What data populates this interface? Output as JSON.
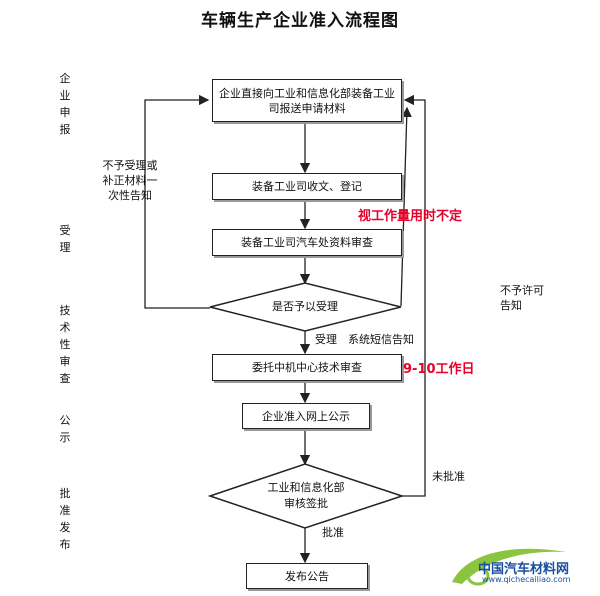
{
  "title": "车辆生产企业准入流程图",
  "stages": {
    "apply": "企\n业\n申\n报",
    "accept": "受\n理",
    "review": "技\n术\n性\n审\n查",
    "publicity": "公\n示",
    "approval": "批\n准\n发\n布"
  },
  "boxes": {
    "submit": "企业直接向工业和信息化部装备工业司报送申请材料",
    "receive": "装备工业司收文、登记",
    "preliminary": "装备工业司汽车处资料审查",
    "decision": "是否予以受理",
    "entrust": "委托中机中心技术审查",
    "publish_online": "企业准入网上公示",
    "ministry": "工业和信息化部\n审核签批",
    "announce": "发布公告"
  },
  "labels": {
    "reject_fix": "不予受理或补正材料一次性告知",
    "accepted": "受理",
    "sms": "系统短信告知",
    "not_allowed": "不予许可告知",
    "not_approved": "未批准",
    "approved": "批准"
  },
  "notes": {
    "variable_time": "视工作量用时不定",
    "work_days": "9-10工作日"
  },
  "watermark": {
    "brand": "中国汽车材料网",
    "url": "www.qichecailiao.com"
  },
  "colors": {
    "accent_red": "#e8002a",
    "line": "#222222",
    "brand_green": "#8bc53f"
  }
}
